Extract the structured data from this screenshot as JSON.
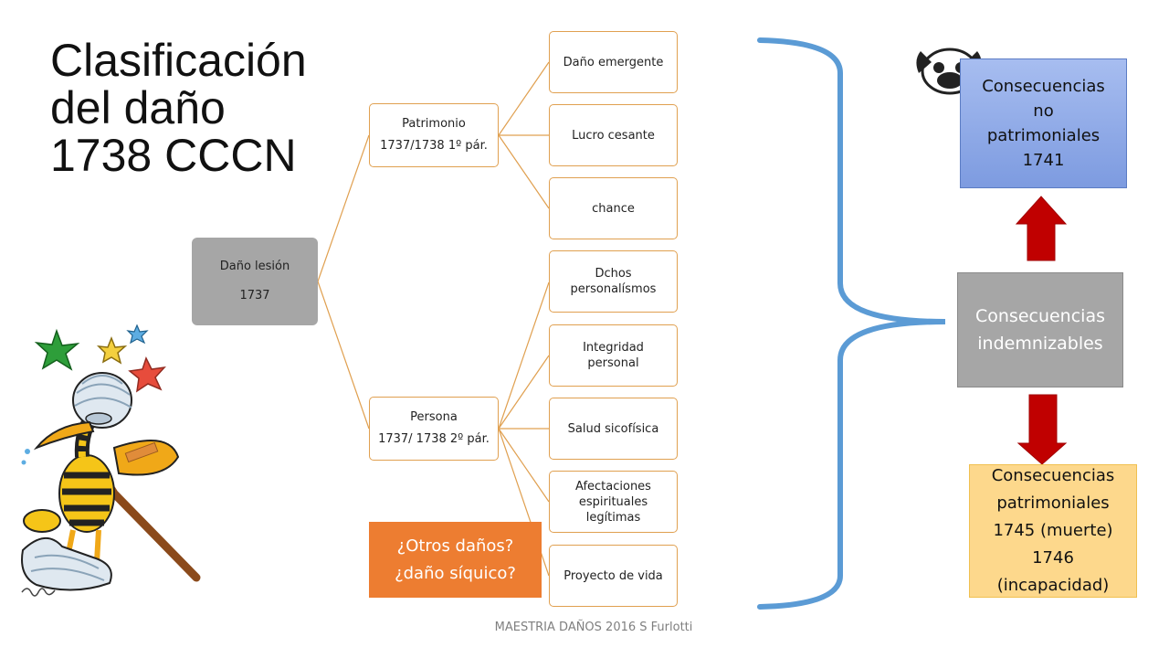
{
  "title": {
    "line1": "Clasificación",
    "line2": "del daño",
    "line3": "1738 CCCN"
  },
  "tree": {
    "root": {
      "label": "Daño lesión",
      "article": "1737"
    },
    "patrimonio": {
      "label": "Patrimonio",
      "article": "1737/1738 1º pár."
    },
    "persona": {
      "label": "Persona",
      "article": "1737/ 1738 2º pár."
    },
    "patrimonio_items": [
      "Daño emergente",
      "Lucro cesante",
      "chance"
    ],
    "persona_items": [
      "Dchos personalísmos",
      "Integridad personal",
      "Salud sicofísica",
      "Afectaciones espirituales legítimas",
      "Proyecto de vida"
    ]
  },
  "otros": {
    "line1": "¿Otros daños?",
    "line2": "¿daño síquico?"
  },
  "consecuencias": {
    "no_patrimoniales": {
      "line1": "Consecuencias",
      "line2": "no",
      "line3": "patrimoniales",
      "line4": "1741"
    },
    "indemnizables": {
      "line1": "Consecuencias",
      "line2": "indemnizables"
    },
    "patrimoniales": {
      "line1": "Consecuencias",
      "line2": "patrimoniales",
      "line3": "1745 (muerte)",
      "line4": "1746",
      "line5": "(incapacidad)"
    }
  },
  "colors": {
    "connector": "#e0a050",
    "bracket": "#5b9bd5",
    "arrow": "#c00000",
    "orange_box": "#ed7d31",
    "blue_box": "#8faae6",
    "gray_box": "#a6a6a6",
    "yellow_box": "#fdd88c"
  },
  "footer": "MAESTRIA DAÑOS 2016 S Furlotti"
}
